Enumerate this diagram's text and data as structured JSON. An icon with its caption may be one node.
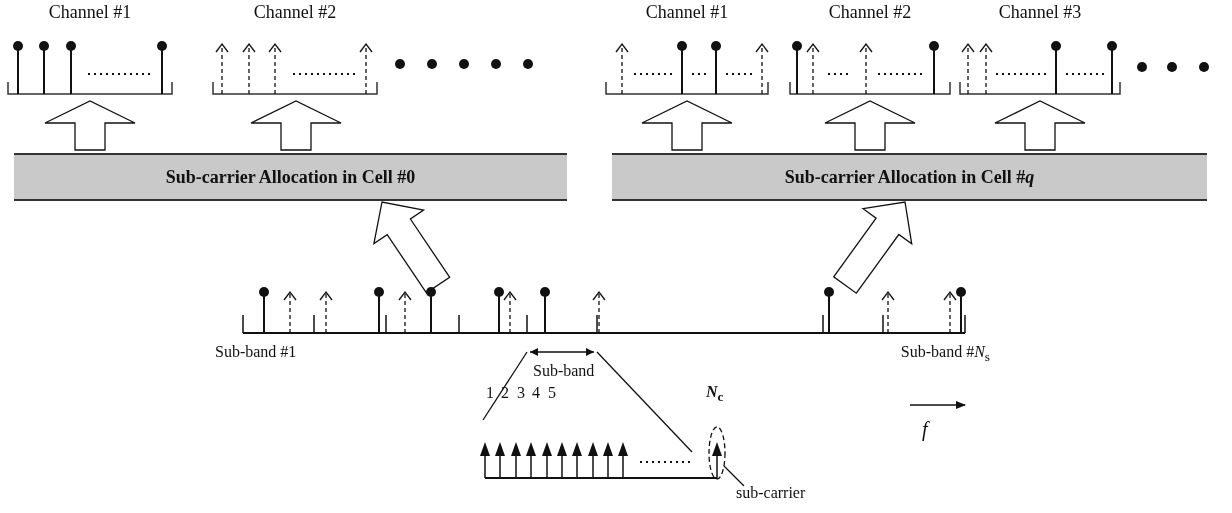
{
  "diagram": {
    "nodes": [
      {
        "text": [
          "Sub-carrier Allocation in Cell #0"
        ]
      },
      {
        "text": [
          "Sub-carrier Allocation in Cell #*q*"
        ]
      },
      {
        "text": [
          "Channel #1"
        ]
      },
      {
        "text": [
          "Channel #2"
        ]
      },
      {
        "text": [
          "Channel #1"
        ]
      },
      {
        "text": [
          "Channel #2"
        ]
      },
      {
        "text": [
          "Channel #3"
        ]
      },
      {
        "text": [],
        "shape": "picture",
        "beside": [
          "Sub-band #1",
          "Sub-band #*N*$_{s}$"
        ]
      },
      {
        "text": [],
        "shape": "picture"
      },
      {
        "text": [
          "sub-carrier"
        ]
      },
      {
        "text": [],
        "shape": "circle"
      }
    ],
    "edges": [
      {
        "from": 7,
        "to": 0,
        "arrow": "to"
      },
      {
        "from": 7,
        "to": 1,
        "arrow": "to"
      },
      {
        "from": 0,
        "to": 2,
        "arrow": "to"
      },
      {
        "from": 0,
        "to": 3,
        "arrow": "to"
      },
      {
        "from": 1,
        "to": 4,
        "arrow": "to"
      },
      {
        "from": 1,
        "to": 5,
        "arrow": "to"
      },
      {
        "from": 1,
        "to": 6,
        "arrow": "to"
      },
      {
        "from": 7,
        "to": 8,
        "arrow": "none"
      },
      {
        "from": 7,
        "to": 8,
        "arrow": "none"
      },
      {
        "from": 9,
        "to": 10,
        "arrow": "none"
      }
    ],
    "labels": [
      "Sub-band",
      "1",
      "2",
      "3",
      "4",
      "5",
      "*N*$_{c}$",
      "f"
    ]
  }
}
